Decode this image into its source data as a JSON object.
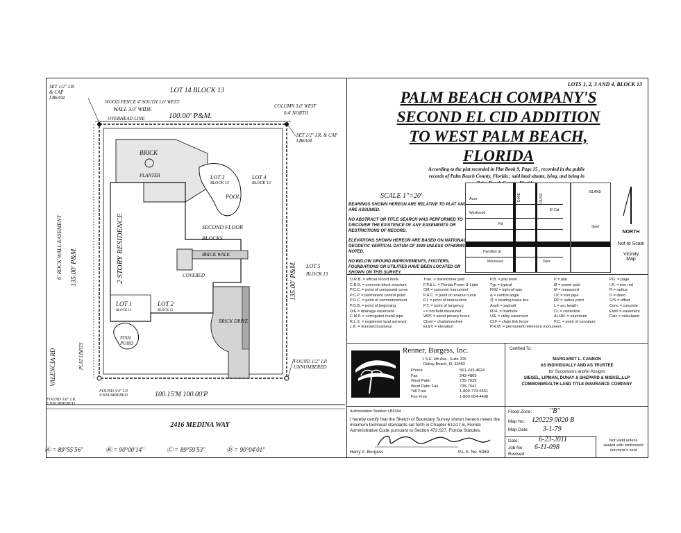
{
  "header": {
    "lots_line": "LOTS 1, 2, 3 AND 4, BLOCK 13",
    "title_lines": [
      "PALM BEACH COMPANY'S",
      "SECOND EL CID ADDITION",
      "TO WEST PALM BEACH,",
      "FLORIDA"
    ],
    "plat_note_lines": [
      "According to the plat recorded in Plat Book 9, Page 15 , recorded in the public",
      "records of Palm Beach County, Florida ; said land situate, lying, and being in",
      "Palm Beach County, Florida ."
    ]
  },
  "scale": "SCALE 1\"=20'",
  "notes": [
    "BEARINGS SHOWN HEREON ARE RELATIVE TO PLAT AND ARE ASSUMED.",
    "NO ABSTRACT OR TITLE SEARCH WAS PERFORMED TO DISCOVER THE EXISTENCE OF ANY EASEMENTS OR RESTRICTIONS OF RECORD.",
    "ELEVATIONS SHOWN HEREON ARE BASED ON NATIONAL GEODETIC VERTICAL DATUM OF 1929 UNLESS OTHERWISE NOTED.",
    "NO BELOW GROUND IMPROVEMENTS, FOOTERS, FOUNDATIONS OR UTILITIES HAVE BEEN LOCATED OR SHOWN ON THIS SURVEY."
  ],
  "vicinity": {
    "north_label": "NORTH",
    "scale_note": "Not to Scale",
    "map_label": [
      "Vicinity",
      "Map"
    ],
    "labels": [
      "DIXIE",
      "OLIVE",
      "El Cid",
      "Hamilton St",
      "Avon",
      "Westwood",
      "Monceaux",
      "ISLAND",
      "Dyer",
      "Rd",
      "Swet"
    ]
  },
  "legend": [
    [
      "O.R.B. = official record book",
      "C.B.S. = concrete block structure",
      "P.C.C. = point of compound curve",
      "P.C.P. = permanent control point",
      "P.O.C. = point of commencement",
      "P.O.B. = point of beginning",
      "D/E = drainage easement",
      "C.M.P. = corrugated metal pipe",
      "R.L.S. = registered land surveyor",
      "L.B. = licensed business"
    ],
    [
      "Tran. = transformer pad",
      "F.P.& L. = Florida Power & Light",
      "CM = concrete monument",
      "P.R.C. = point of reverse curve",
      "P.I. = point of intersection",
      "P.T. = point of tangency",
      "• = not field measured",
      "WPF = wood privacy fence",
      "Chatt = chattahoochee",
      "ELEV = elevation"
    ],
    [
      "P.B. = plat book",
      "Typ = typical",
      "R/W = right-of-way",
      "Δ = central angle",
      "Ⓑ = bearing basis line",
      "Asph = asphalt",
      "M.H. = manhole",
      "U/E = utility easement",
      "CLF = chain link fence",
      "P.R.M. = permanent reference monument"
    ],
    [
      "P = plat",
      "Ø = power pole",
      "M = measured",
      "I.P. = iron pipe",
      "RP = radius point",
      "L = arc length",
      "CL = centerline",
      "ALUM. = aluminum",
      "P.C. = point of curvature",
      ""
    ],
    [
      "PG. = page",
      "I.R. = iron rod",
      "R = radius",
      "D = deed",
      "O/S = offset",
      "Conc = concrete",
      "Esmt = easement",
      "Calc = calculated",
      "",
      ""
    ]
  ],
  "firm": {
    "name": "Renner, Burgess, Inc.",
    "address": [
      "1 S.E. 4th Ave., Suite 205",
      "Delray Beach, FL 33483"
    ],
    "contacts": [
      {
        "label": "Phone",
        "value": "561-243-4624"
      },
      {
        "label": "Fax",
        "value": "243-4869"
      },
      {
        "label": "West Palm",
        "value": "735-7639"
      },
      {
        "label": "West Palm Fax",
        "value": "735-7641"
      },
      {
        "label": "Toll Free",
        "value": "1-800-773-5531"
      },
      {
        "label": "Fax Free",
        "value": "1-800-954-4408"
      }
    ]
  },
  "certified": {
    "label": "Certified To:",
    "lines": [
      "MARGARET L. CANNON",
      "AS INDIVIDUALLY AND AS TRUSTEE",
      "Its' Successors and/or Assigns",
      "SIEGEL, LIPMAN, DUNAY & SHEPARD & MISKEL,LLP",
      "COMMONWEALTH LAND TITLE INSURANCE COMPANY"
    ]
  },
  "authorization": {
    "number": "Authorization Number LB6304",
    "statement": "I hereby certify that the Sketch of Boundary Survey shown hereon meets the minimum technical standards set forth in Chapter 61G17-6, Florida Administrative Code pursuant to Section 472.027, Florida Statutes.",
    "surveyor": "Harry A. Burgess",
    "pls": "P.L.S. No. 5089"
  },
  "info": {
    "flood_zone_label": "Flood Zone:",
    "flood_zone": "\"B\"",
    "map_no_label": "Map No:",
    "map_no": "120229 0020 B",
    "map_date_label": "Map Date:",
    "map_date": "3-1-79",
    "date_label": "Date:",
    "date": "6-23-2011",
    "job_no_label": "Job No:",
    "job_no": "6-11-098",
    "revised_label": "Revised:",
    "seal_note": [
      "Not valid unless",
      "sealed with embossed",
      "surveyor's seal"
    ]
  },
  "survey": {
    "top_label": "LOT 14 BLOCK 13",
    "top_dim": "100.00' P&M.",
    "bottom_dim": "100.15'M 100.00'P.",
    "left_dim": "135.00' P&M.",
    "right_dim": "135.00' P&M.",
    "residence": "2 STORY RESIDENCE",
    "lot1": "LOT 1",
    "lot1_block": "BLOCK 13",
    "lot2": "LOT 2",
    "lot2_block": "BLOCK 13",
    "lot3": "LOT 3",
    "lot3_block": "BLOCK 13",
    "lot4": "LOT 4",
    "lot4_block": "BLOCK 13",
    "lot5": "LOT 5",
    "lot5_block": "BLOCK 13",
    "pool": "POOL",
    "fish_pond": "FISH POND",
    "brick": "BRICK",
    "brick_walk": "BRICK WALK",
    "brick_drive": "BRICK DRIVE",
    "covered": "COVERED",
    "second_floor": "SECOND FLOOR",
    "blocks": "BLOCKS",
    "planter": "PLANTER",
    "wood_fence": "WOOD FENCE 4' SOUTH 1.6' WEST",
    "wall": "WALL 3.0' WIDE",
    "overhead": "OVERHEAD LINE",
    "column": "COLUMN 3.0' WEST",
    "column2": "0.4' NORTH",
    "set_cap_left": "SET 1/2\" I.R. & CAP LB6304",
    "set_cap_right": "SET 1/2\" I.R. & CAP LB6304",
    "wall_easement": "6' ROCK WALL EASEMENT",
    "plat_limits": "PLAT LIMITS",
    "valencia": "VALENCIA RD",
    "found_ip": "FOUND 1/2\" I.P. UNNUMBERED",
    "found_ir": "FOUND 5/8\" I.R. UNNUMBERED",
    "found_ip_bottom": "FOUND 3/4\" I.P. UNNUMBERED",
    "street": "2416 MEDINA WAY",
    "curves": [
      "Ⓐ = 89°55'56\"",
      "Ⓑ = 90°00'14\"",
      "Ⓒ = 89°59'53\"",
      "Ⓓ = 90°04'01\""
    ]
  }
}
